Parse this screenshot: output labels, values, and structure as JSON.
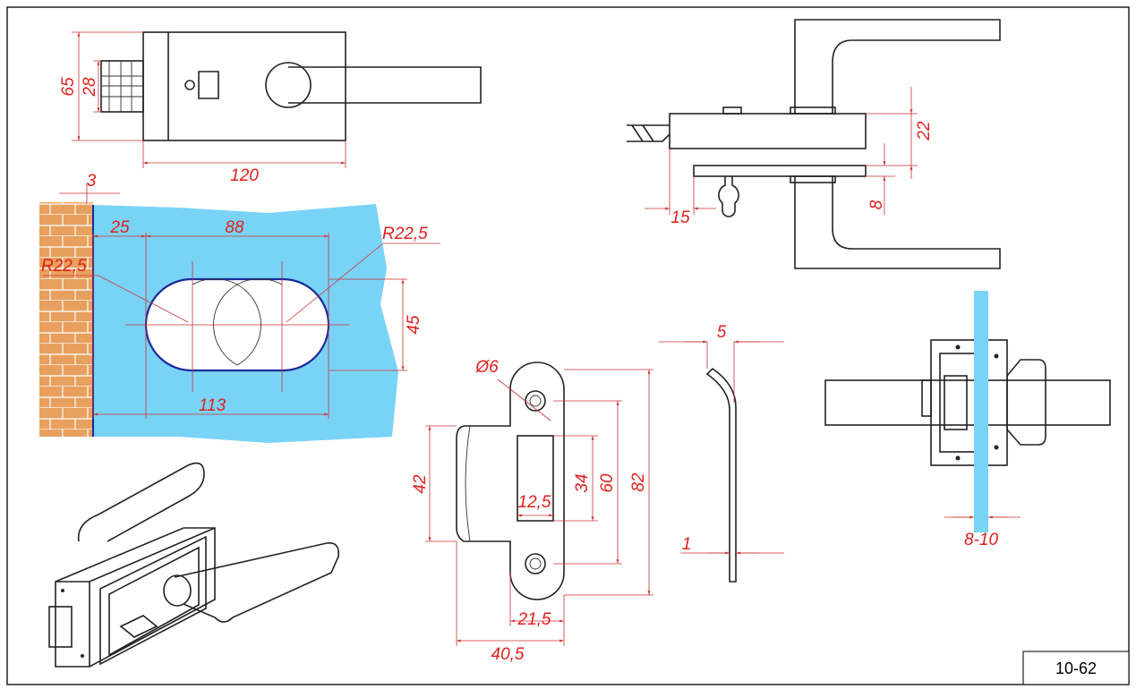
{
  "drawing": {
    "code": "10-62",
    "colors": {
      "glass": "#79d3f7",
      "brick": "#e8a05e",
      "dimension": "#e0201c",
      "line": "#222222"
    },
    "top_view": {
      "height_total": "65",
      "latch_height": "28",
      "width": "120"
    },
    "glass_cutout": {
      "gap": "3",
      "edge_offset": "25",
      "center_distance": "88",
      "radius_right": "R22,5",
      "radius_left": "R22,5",
      "slot_height": "45",
      "slot_length": "113"
    },
    "side_view": {
      "plate_offset": "22",
      "latch_projection": "15",
      "plate_thickness": "8"
    },
    "strike_plate": {
      "hole_diameter": "Ø6",
      "lip_height": "42",
      "window_height": "34",
      "hole_distance": "60",
      "total_height": "82",
      "window_width": "12,5",
      "plate_width": "21,5",
      "total_width": "40,5"
    },
    "spring_plate": {
      "offset": "5",
      "thickness": "1"
    },
    "glass_mount": {
      "glass_thickness": "8-10"
    }
  }
}
